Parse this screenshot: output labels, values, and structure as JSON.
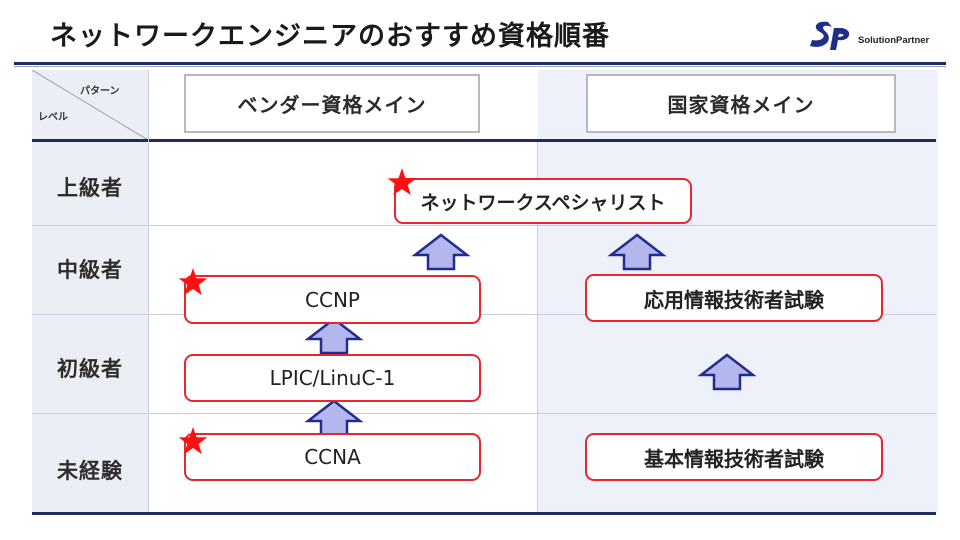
{
  "title": "ネットワークエンジニアのおすすめ資格順番",
  "logo": {
    "text": "SolutionPartner",
    "brand_color": "#1f2d8c"
  },
  "colors": {
    "accent_red": "#e8262d",
    "navy": "#1f2d5c",
    "arrow_fill": "#b3b7ee",
    "arrow_stroke": "#1f2d8c",
    "star": "#ff1010"
  },
  "header": {
    "corner_top": "パターン",
    "corner_bottom": "レベル",
    "left_column": "ベンダー資格メイン",
    "right_column": "国家資格メイン"
  },
  "levels": [
    "上級者",
    "中級者",
    "初級者",
    "未経験"
  ],
  "nodes": {
    "network_specialist": "ネットワークスペシャリスト",
    "ccnp": "CCNP",
    "lpic": "LPIC/LinuC-1",
    "ccna": "CCNA",
    "ap": "応用情報技術者試験",
    "fe": "基本情報技術者試験"
  }
}
